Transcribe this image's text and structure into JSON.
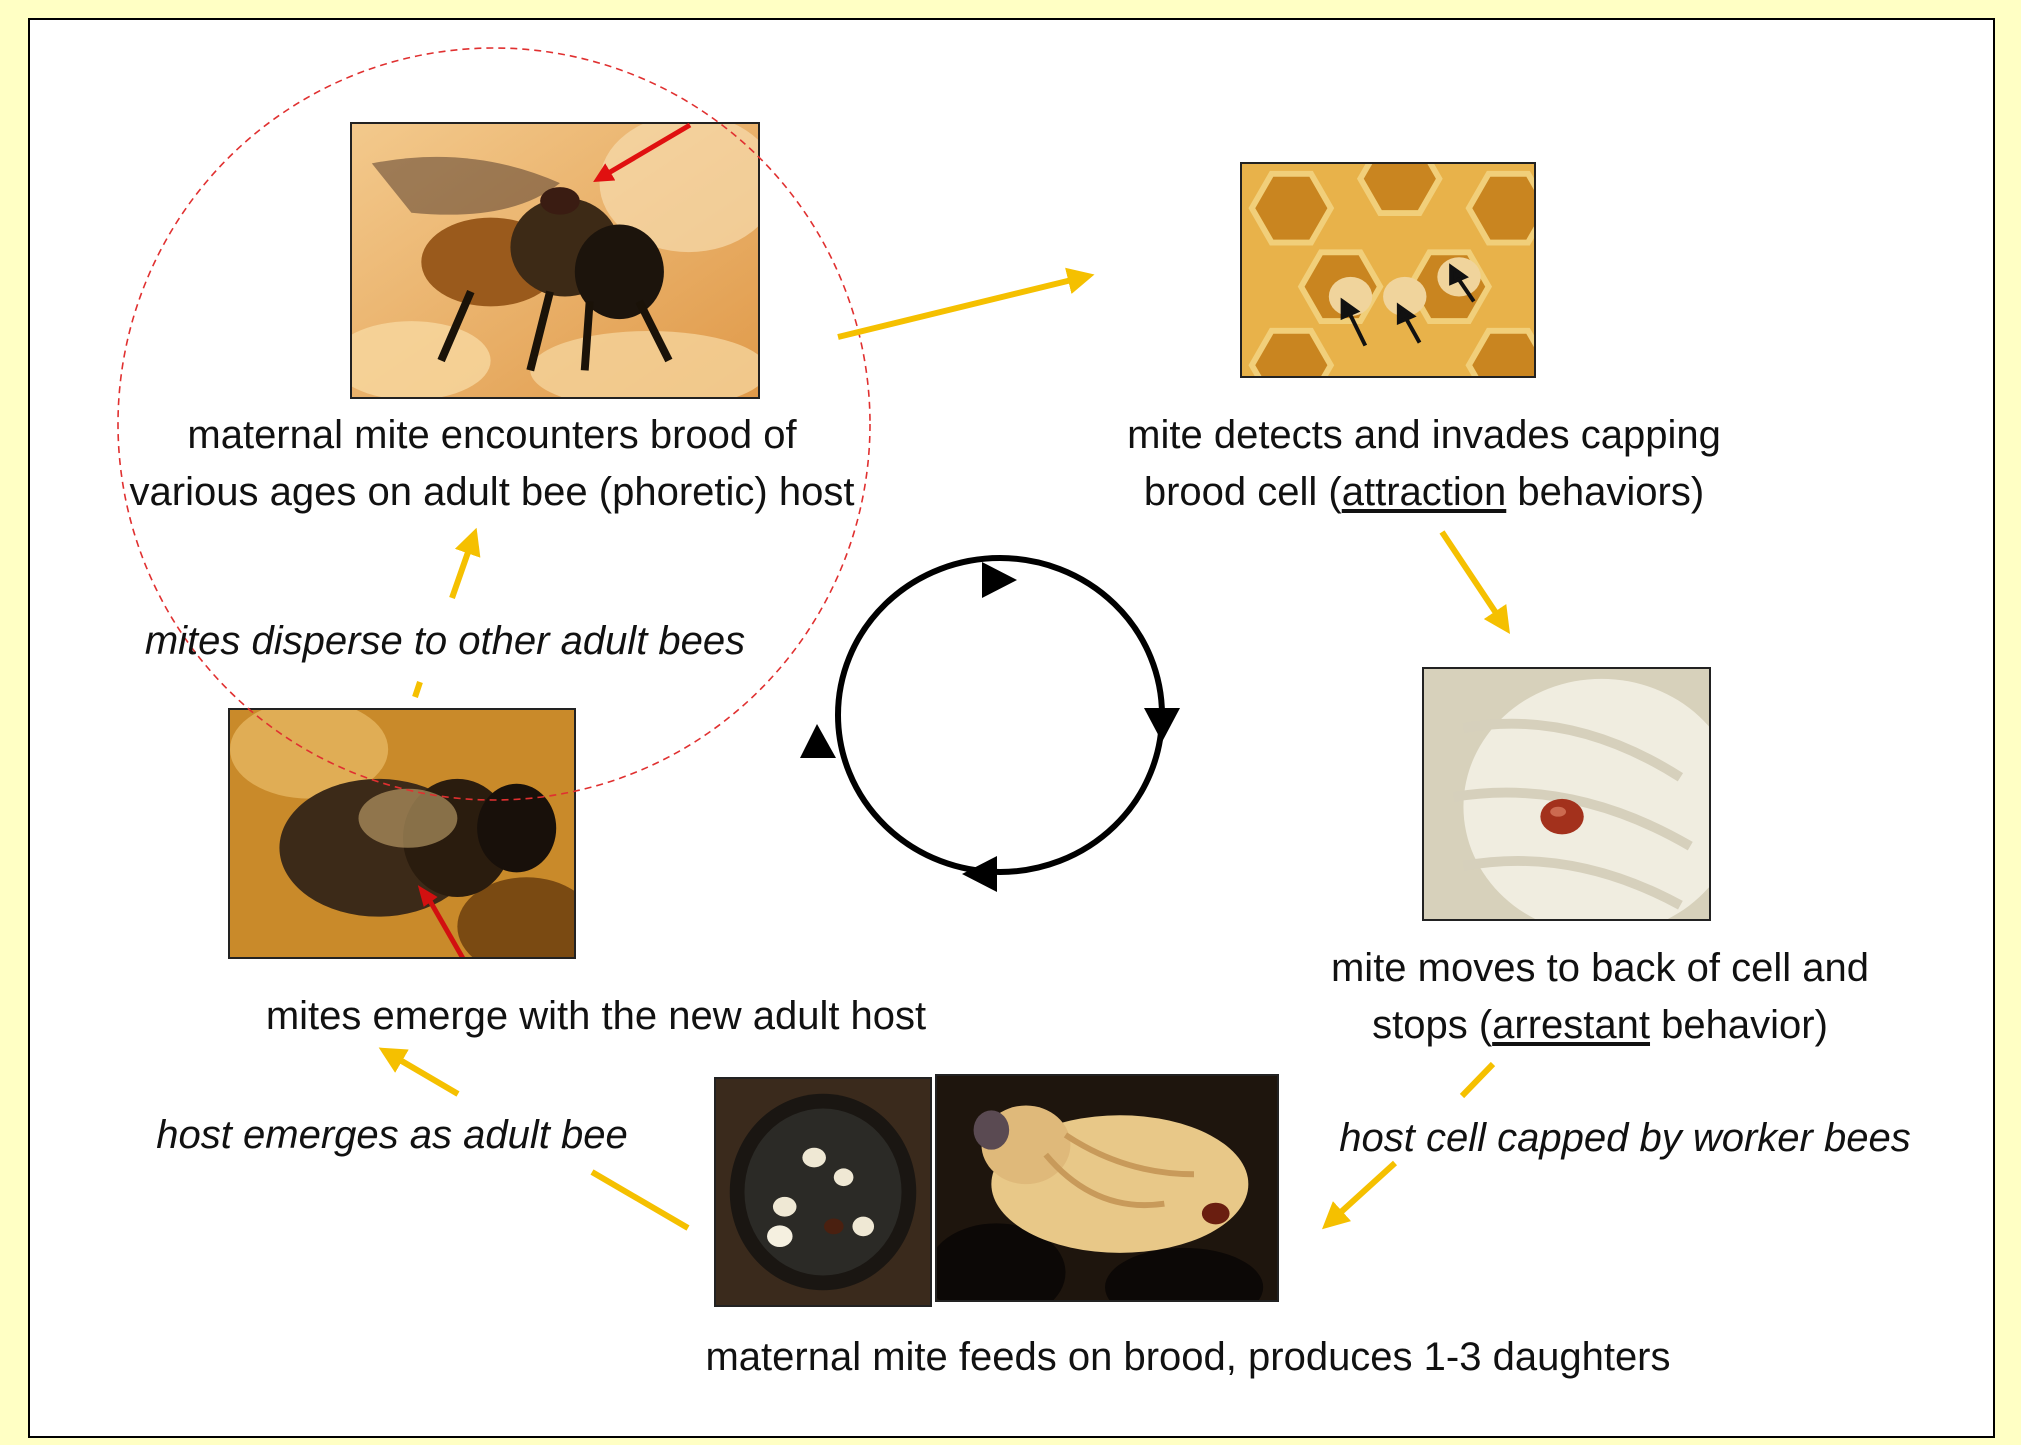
{
  "stages": {
    "phoretic": {
      "line1": "maternal mite encounters brood of",
      "line2": "various ages on adult bee (phoretic) host"
    },
    "invasion": {
      "line1": "mite detects and invades capping",
      "line2_pre": "brood cell (",
      "line2_u": "attraction",
      "line2_post": " behaviors)"
    },
    "arrest": {
      "line1": "mite moves to back of cell  and",
      "line2_pre": "stops (",
      "line2_u": "arrestant",
      "line2_post": " behavior)"
    },
    "reproduction": {
      "line1": "maternal mite feeds on brood, produces 1-3 daughters"
    },
    "emergence": {
      "line1": "mites emerge with the new adult host"
    }
  },
  "transitions": {
    "disperse": "mites disperse to other adult bees",
    "capped": "host cell capped by worker bees",
    "host_emerges": "host emerges as adult bee"
  },
  "colors": {
    "background": "#ffffc4",
    "arrow_yellow": "#f5c000",
    "indicator_red": "#e01010",
    "cycle_black": "#000000",
    "dashed_circle": "#e03030"
  }
}
